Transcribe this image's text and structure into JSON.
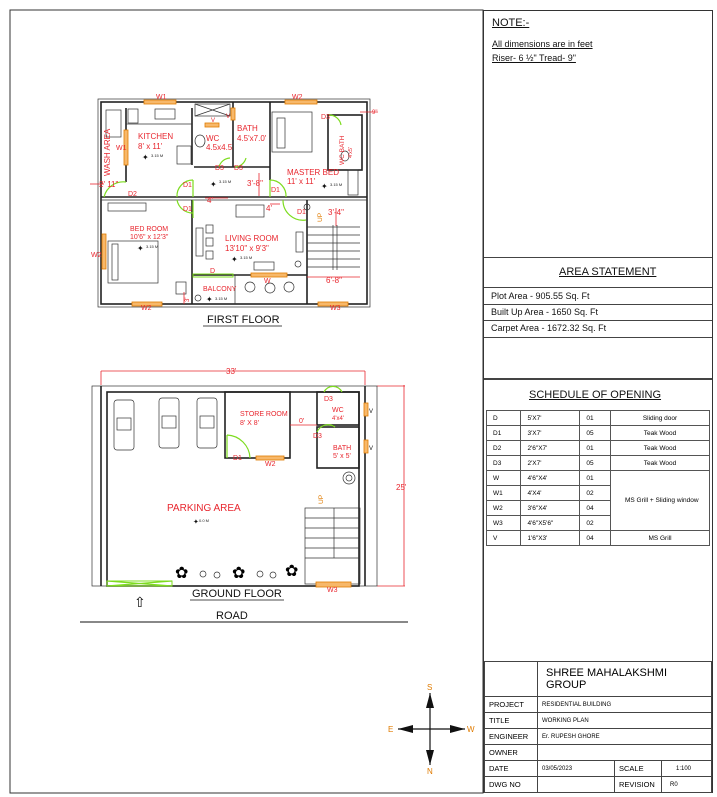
{
  "notes": {
    "heading": "NOTE:-",
    "lines": [
      "All dimensions are in feet",
      "Riser- 6 ½\"     Tread- 9\""
    ]
  },
  "area_statement": {
    "heading": "AREA STATEMENT",
    "rows": [
      "Plot Area - 905.55 Sq. Ft",
      "Built Up Area - 1650 Sq. Ft",
      "Carpet Area - 1672.32 Sq. Ft"
    ]
  },
  "schedule": {
    "heading": "SCHEDULE OF OPENING",
    "rows": [
      {
        "code": "D",
        "size": "5'X7'",
        "qty": "01",
        "type": "Sliding door"
      },
      {
        "code": "D1",
        "size": "3'X7'",
        "qty": "05",
        "type": "Teak Wood"
      },
      {
        "code": "D2",
        "size": "2'6\"X7'",
        "qty": "01",
        "type": "Teak Wood"
      },
      {
        "code": "D3",
        "size": "2'X7'",
        "qty": "05",
        "type": "Teak Wood"
      },
      {
        "code": "W",
        "size": "4'6\"X4'",
        "qty": "01",
        "type": ""
      },
      {
        "code": "W1",
        "size": "4'X4'",
        "qty": "02",
        "type": ""
      },
      {
        "code": "W2",
        "size": "3'6\"X4'",
        "qty": "04",
        "type": "MS Grill + Sliding window"
      },
      {
        "code": "W3",
        "size": "4'6\"X5'6\"",
        "qty": "02",
        "type": ""
      },
      {
        "code": "V",
        "size": "1'6\"X3'",
        "qty": "04",
        "type": "MS Grill"
      }
    ]
  },
  "title_block": {
    "company": "SHREE MAHALAKSHMI GROUP",
    "project_label": "PROJECT",
    "project": "RESIDENTIAL BUILDING",
    "title_label": "TITLE",
    "title": "WORKING PLAN",
    "engineer_label": "ENGINEER",
    "engineer": "Er. RUPESH GHORE",
    "owner_label": "OWNER",
    "owner": "",
    "date_label": "DATE",
    "date": "03/05/2023",
    "scale_label": "SCALE",
    "scale": "1:100",
    "dwg_label": "DWG NO",
    "dwg": "",
    "revision_label": "REVISION",
    "revision": "R0"
  },
  "compass": {
    "n": "N",
    "s": "S",
    "e": "E",
    "w": "W"
  },
  "first_floor": {
    "caption": "FIRST FLOOR",
    "rooms": {
      "kitchen": "KITCHEN",
      "kitchen_size": "8' x 11'",
      "wc": "WC",
      "wc_size": "4.5x4.5",
      "bath": "BATH",
      "bath_size": "4.5'x7.0'",
      "wc_bath": "WC BATH",
      "wc_bath_size": "4'x5'",
      "master_bed": "MASTER BED",
      "master_bed_size": "11' x 11'",
      "bed_room": "BED ROOM",
      "bed_room_size": "10'6\" x 12'3\"",
      "living": "LIVING ROOM",
      "living_size": "13'10\" x 9'3\"",
      "balcony": "BALCONY",
      "wash": "WASH AREA"
    },
    "level": "3.15 M",
    "dims": {
      "d1": "2' 11\"",
      "d2": "3'-8\"",
      "d3": "4'",
      "d4": "4'",
      "d5": "3'-4\"",
      "d6": "6'-8\"",
      "d7": "9\"",
      "d8": "3'"
    },
    "openings": {
      "W1": "W1",
      "W2": "W2",
      "W3": "W3",
      "W": "W",
      "V": "V",
      "D": "D",
      "D1": "D1",
      "D2": "D2",
      "D3": "D3",
      "up": "UP"
    }
  },
  "ground_floor": {
    "caption": "GROUND FLOOR",
    "road": "ROAD",
    "rooms": {
      "store": "STORE ROOM",
      "store_size": "8' X 8'",
      "wc": "WC",
      "wc_size": "4'x4'",
      "bath": "BATH",
      "bath_size": "5' x 5'",
      "parking": "PARKING AREA"
    },
    "level": "0.0 M",
    "dims": {
      "width": "33'",
      "depth": "25'",
      "gap": "0'"
    },
    "openings": {
      "D1": "D1",
      "D3": "D3",
      "W2": "W2",
      "W3": "W3",
      "V": "V",
      "up": "UP"
    }
  },
  "colors": {
    "dimension": "#e8262e",
    "door": "#7ddc1f",
    "window": "#f7b86a",
    "wall": "#222222"
  }
}
